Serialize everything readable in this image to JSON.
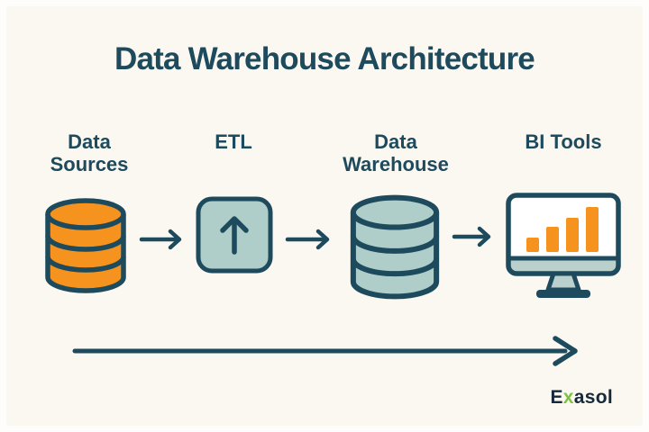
{
  "title": "Data Warehouse Architecture",
  "nodes": [
    {
      "id": "data-sources",
      "label": "Data Sources",
      "icon": "database-icon (orange)"
    },
    {
      "id": "etl",
      "label": "ETL",
      "icon": "upload-arrow-icon"
    },
    {
      "id": "data-warehouse",
      "label": "Data Warehouse",
      "icon": "database-icon (teal)"
    },
    {
      "id": "bi-tools",
      "label": "BI Tools",
      "icon": "monitor-bar-chart-icon"
    }
  ],
  "flow": "left-to-right arrows between all four nodes, plus one long timeline arrow underneath",
  "brand": {
    "name": "Exasol",
    "e": "E",
    "x": "x",
    "rest": "asol"
  },
  "colors": {
    "background": "#FBF8F1",
    "outline_dark_teal": "#1D4A5C",
    "accent_orange": "#F6921E",
    "fill_light_teal": "#AFCEC9",
    "brand_green": "#7FC242",
    "screen_white": "#FFFFFF"
  }
}
